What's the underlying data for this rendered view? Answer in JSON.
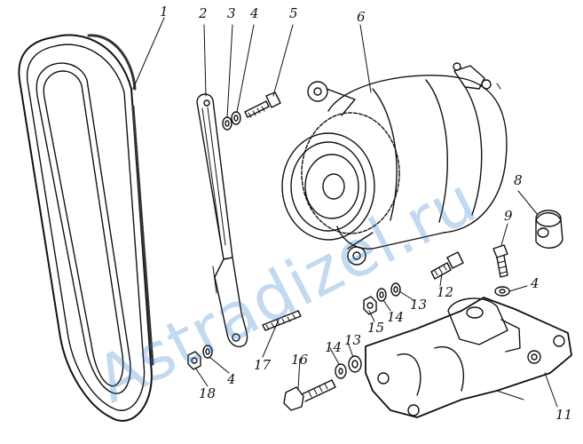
{
  "callouts": {
    "n1": "1",
    "n2": "2",
    "n3": "3",
    "n4a": "4",
    "n5": "5",
    "n6": "6",
    "n8": "8",
    "n9": "9",
    "n4b": "4",
    "n12": "12",
    "n13a": "13",
    "n14a": "14",
    "n15": "15",
    "n17": "17",
    "n4c": "4",
    "n18": "18",
    "n16": "16",
    "n14b": "14",
    "n13b": "13",
    "n11": "11"
  },
  "watermark": {
    "text": "Astradizel.ru",
    "color": "#2878c8"
  }
}
